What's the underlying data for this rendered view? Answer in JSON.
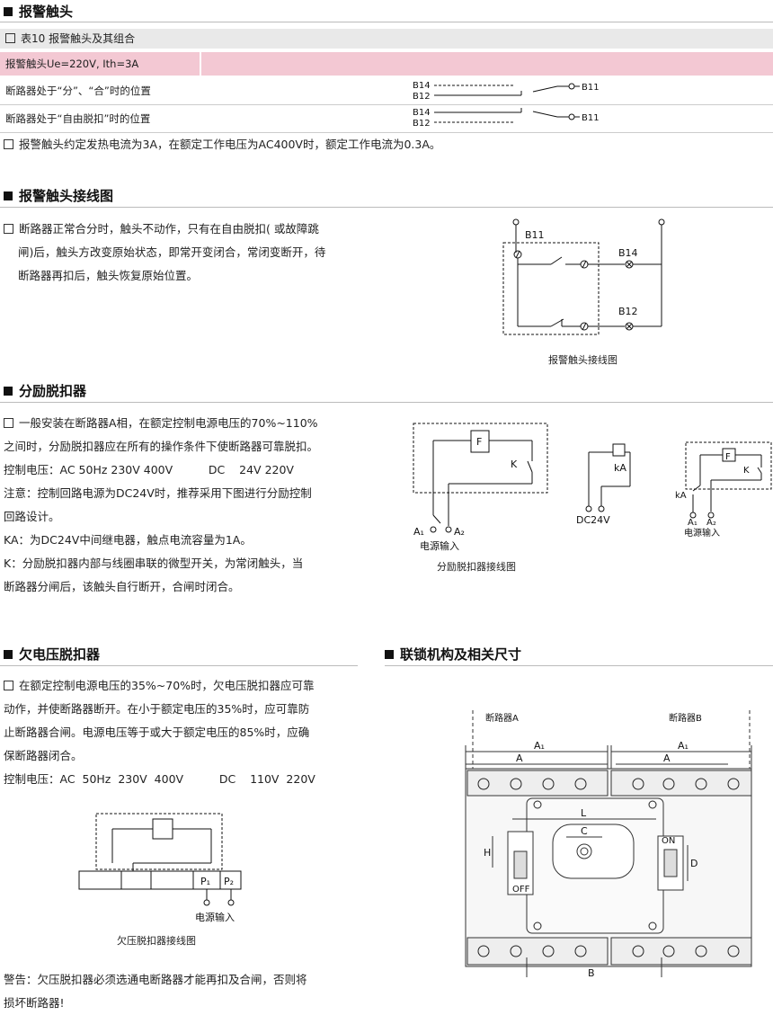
{
  "alarm": {
    "title": "报警触头",
    "table_caption": "表10 报警触头及其组合",
    "table_header": "报警触头Ue=220V, Ith=3A",
    "rows": [
      {
        "label": "断路器处于“分”、“合”时的位置"
      },
      {
        "label": "断路器处于“自由脱扣”时的位置"
      }
    ],
    "contact_labels": {
      "b14": "B14",
      "b12": "B12",
      "b11": "B11"
    },
    "note": "报警触头约定发热电流为3A，在额定工作电压为AC400V时，额定工作电流为0.3A。"
  },
  "wiring": {
    "title": "报警触头接线图",
    "para_lines": [
      "断路器正常合分时，触头不动作，只有在自由脱扣( 或故障跳",
      "闸)后，触头方改变原始状态，即常开变闭合，常闭变断开，待",
      "断路器再扣后，触头恢复原始位置。"
    ],
    "diagram_caption": "报警触头接线图",
    "labels": {
      "b11": "B11",
      "b14": "B14",
      "b12": "B12"
    }
  },
  "shunt": {
    "title": "分励脱扣器",
    "lines": [
      "一般安装在断路器A相，在额定控制电源电压的70%~110%",
      "之间时，分励脱扣器应在所有的操作条件下使断路器可靠脱扣。",
      "控制电压：AC 50Hz 230V 400V          DC    24V 220V",
      "注意：控制回路电源为DC24V时，推荐采用下图进行分励控制",
      "回路设计。",
      "KA：为DC24V中间继电器，触点电流容量为1A。",
      "K：分励脱扣器内部与线圈串联的微型开关，为常闭触头，当",
      "断路器分闸后，该触头自行断开，合闸时闭合。"
    ],
    "diagram_caption": "分励脱扣器接线图",
    "labels": {
      "f": "F",
      "k": "K",
      "a1": "A₁",
      "a2": "A₂",
      "power": "电源输入",
      "ka": "kA",
      "dc24": "DC24V"
    }
  },
  "under": {
    "title": "欠电压脱扣器",
    "lines": [
      "在额定控制电源电压的35%~70%时，欠电压脱扣器应可靠",
      "动作，并使断路器断开。在小于额定电压的35%时，应可靠防",
      "止断路器合闸。电源电压等于或大于额定电压的85%时，应确",
      "保断路器闭合。",
      "控制电压：AC  50Hz  230V  400V          DC    110V  220V"
    ],
    "diagram_caption": "欠压脱扣器接线图",
    "labels": {
      "p1": "P₁",
      "p2": "P₂",
      "power": "电源输入"
    },
    "warning_lines": [
      "警告：欠压脱扣器必须选通电断路器才能再扣及合闸，否则将",
      "损坏断路器!"
    ]
  },
  "interlock": {
    "title": "联锁机构及相关尺寸",
    "labels": {
      "breaker_a": "断路器A",
      "breaker_b": "断路器B",
      "a1": "A₁",
      "a": "A",
      "l": "L",
      "c": "C",
      "h": "H",
      "d": "D",
      "b": "B",
      "on": "ON",
      "off": "OFF"
    }
  }
}
